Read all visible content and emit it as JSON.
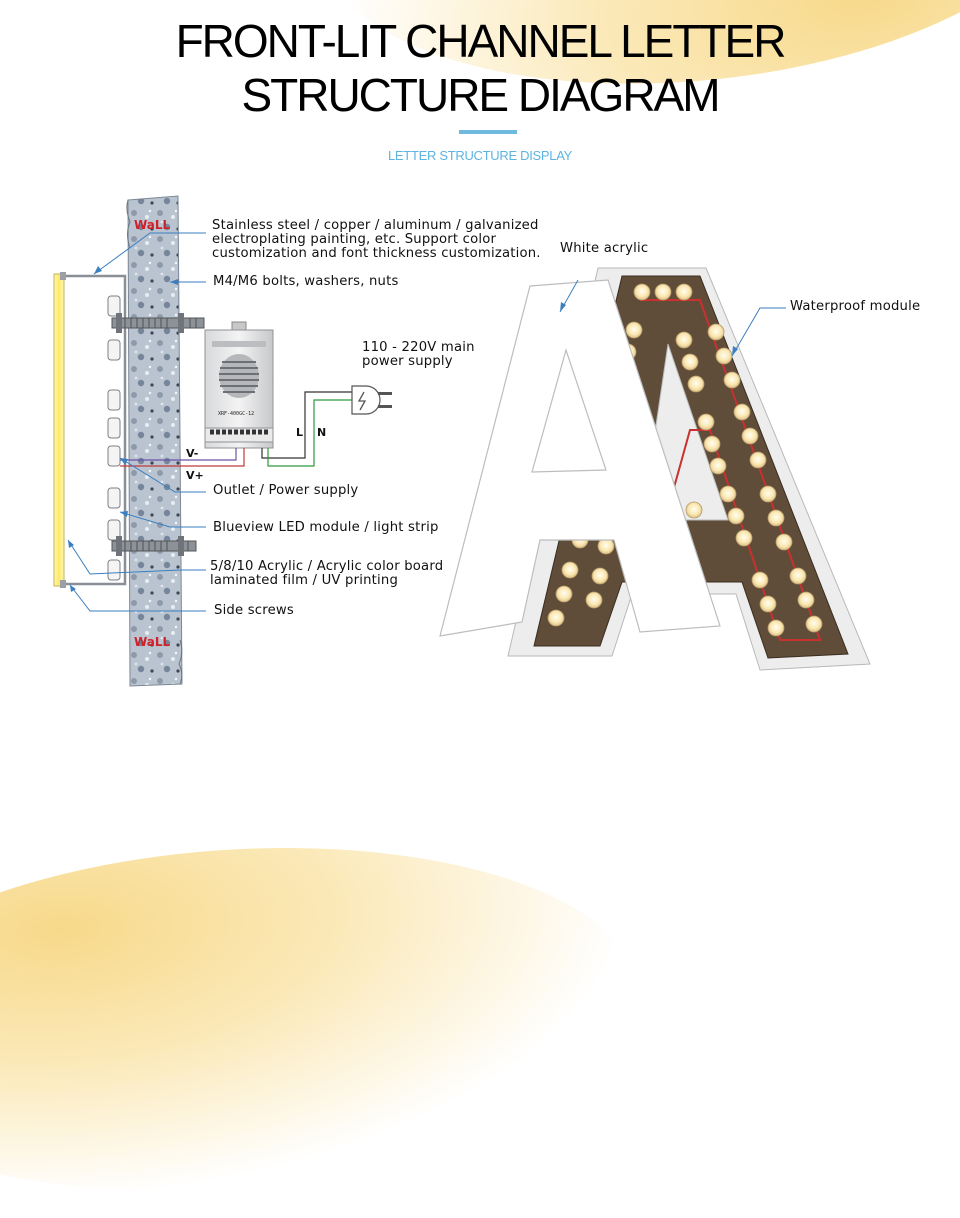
{
  "header": {
    "title_line1": "FRONT-LIT CHANNEL LETTER",
    "title_line2": "STRUCTURE DIAGRAM",
    "subtitle": "LETTER STRUCTURE DISPLAY"
  },
  "cross_section": {
    "wall_label_top": "WaLL",
    "wall_label_bottom": "WaLL",
    "power_supply_model": "XRF-400GC-12",
    "wire_l": "L",
    "wire_n": "N",
    "v_minus": "V-",
    "v_plus": "V+",
    "labels": {
      "shell_1": "Stainless steel / copper / aluminum / galvanized",
      "shell_2": "electroplating painting, etc. Support color",
      "shell_3": "customization and font thickness customization.",
      "bolts": "M4/M6 bolts, washers, nuts",
      "mains_1": "110 - 220V main",
      "mains_2": "power supply",
      "outlet": "Outlet / Power supply",
      "led": "Blueview LED module / light strip",
      "acrylic_1": "5/8/10 Acrylic / Acrylic color board",
      "acrylic_2": "laminated film / UV printing",
      "screws": "Side screws"
    }
  },
  "letter_view": {
    "letter": "A",
    "labels": {
      "white_acrylic": "White acrylic",
      "waterproof_module": "Waterproof module"
    }
  },
  "colors": {
    "accent_blue": "#5db4e0",
    "leader_blue": "#3a7fc0",
    "gold": "#f7d98a",
    "wall_red": "#d0212a"
  }
}
